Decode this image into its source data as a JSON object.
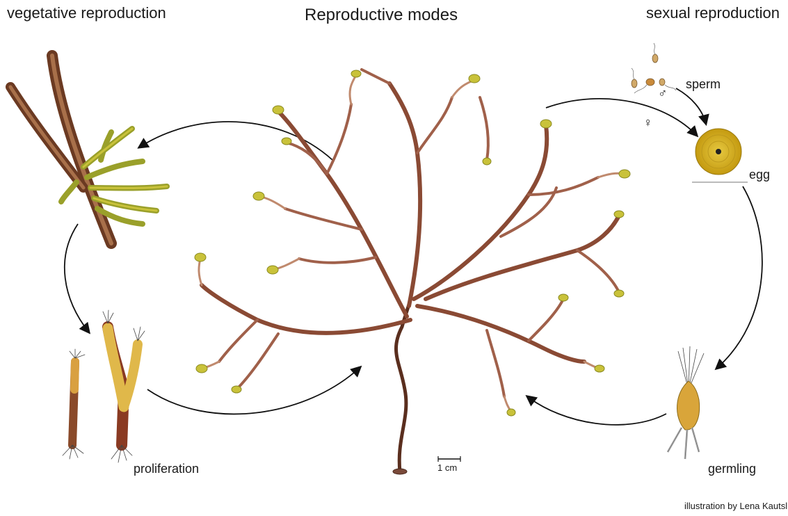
{
  "title": "Reproductive modes",
  "left_header": "vegetative reproduction",
  "right_header": "sexual reproduction",
  "labels": {
    "sperm": "sperm",
    "egg": "egg",
    "germling": "germling",
    "proliferation": "proliferation",
    "male_symbol": "♂",
    "female_symbol": "♀",
    "scale": "1 cm"
  },
  "credit": "illustration by Lena Kautsl",
  "colors": {
    "thallus": "#8a4a34",
    "thallus_light": "#c08a6e",
    "tips": "#c9c23a",
    "egg": "#d4b21e",
    "germling": "#d9a53a",
    "arrow": "#111111"
  }
}
